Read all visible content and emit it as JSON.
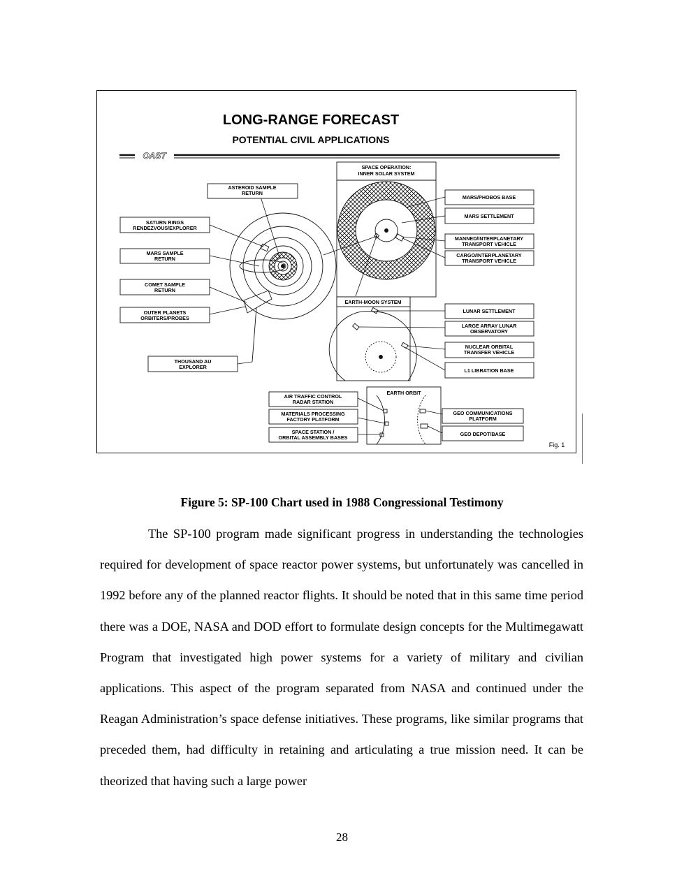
{
  "figure": {
    "title": "LONG-RANGE  FORECAST",
    "subtitle": "POTENTIAL  CIVIL  APPLICATIONS",
    "org_logo": "OAST",
    "fig_label": "Fig. 1",
    "boxes": {
      "space_operation": [
        "SPACE OPERATION:",
        "INNER SOLAR SYSTEM"
      ],
      "asteroid": [
        "ASTEROID SAMPLE",
        "RETURN"
      ],
      "saturn": [
        "SATURN RINGS",
        "RENDEZVOUS/EXPLORER"
      ],
      "mars_sample": [
        "MARS SAMPLE",
        "RETURN"
      ],
      "comet": [
        "COMET SAMPLE",
        "RETURN"
      ],
      "outer_planets": [
        "OUTER PLANETS",
        "ORBITERS/PROBES"
      ],
      "thousand_au": [
        "THOUSAND AU",
        "EXPLORER"
      ],
      "mars_phobos": [
        "MARS/PHOBOS BASE"
      ],
      "mars_settlement": [
        "MARS SETTLEMENT"
      ],
      "manned_transport": [
        "MANNED/INTERPLANETARY",
        "TRANSPORT VEHICLE"
      ],
      "cargo_transport": [
        "CARGO/INTERPLANETARY",
        "TRANSPORT VEHICLE"
      ],
      "earth_moon": [
        "EARTH-MOON SYSTEM"
      ],
      "lunar_settlement": [
        "LUNAR SETTLEMENT"
      ],
      "lunar_observatory": [
        "LARGE ARRAY LUNAR",
        "OBSERVATORY"
      ],
      "nuclear_orbital": [
        "NUCLEAR ORBITAL",
        "TRANSFER VEHICLE"
      ],
      "l1_base": [
        "L1 LIBRATION BASE"
      ],
      "earth_orbit": [
        "EARTH ORBIT"
      ],
      "air_traffic": [
        "AIR TRAFFIC CONTROL",
        "RADAR STATION"
      ],
      "materials": [
        "MATERIALS PROCESSING",
        "FACTORY PLATFORM"
      ],
      "space_station": [
        "SPACE STATION /",
        "ORBITAL ASSEMBLY BASES"
      ],
      "geo_comm": [
        "GEO COMMUNICATIONS",
        "PLATFORM"
      ],
      "geo_depot": [
        "GEO DEPOT/BASE"
      ]
    }
  },
  "caption": "Figure 5: SP-100 Chart used in 1988 Congressional Testimony",
  "paragraph": "The SP-100 program made significant progress in understanding the technologies required for development of space reactor power systems, but unfortunately was cancelled in 1992 before any of the planned reactor flights. It should be noted that in this same time period there was a DOE, NASA and DOD effort to formulate design concepts for the Multimegawatt Program that investigated high power systems for a variety of military and civilian applications. This aspect of the program separated from NASA and continued under the Reagan Administration’s space defense initiatives. These programs, like similar programs that preceded them, had difficulty in retaining and articulating a true mission need. It can be theorized that having such a large power",
  "page_number": "28"
}
